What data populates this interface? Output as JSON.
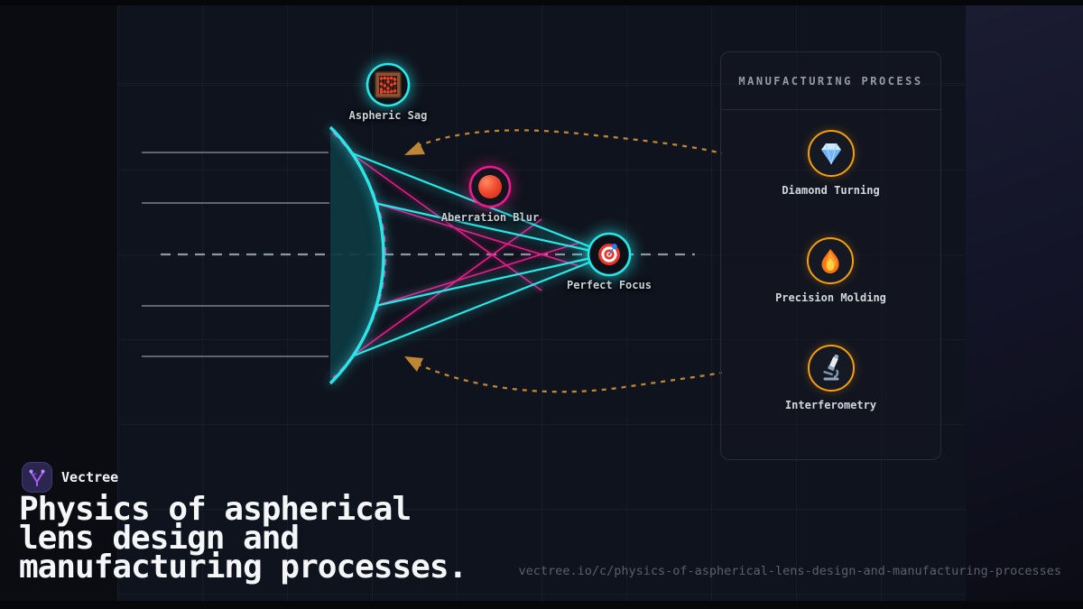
{
  "brand": {
    "name": "Vectree"
  },
  "title": "Physics of aspherical\nlens design and\nmanufacturing processes.",
  "url": "vectree.io/c/physics-of-aspherical-lens-design-and-manufacturing-processes",
  "diagram": {
    "labels": {
      "aspheric_sag": "Aspheric Sag",
      "aberration_blur": "Aberration Blur",
      "perfect_focus": "Perfect Focus"
    },
    "icons": {
      "aspheric_sag": "abacus-icon",
      "aberration_blur": "red-sphere-icon",
      "perfect_focus": "target-icon"
    },
    "colors": {
      "cyan": "#25e9e9",
      "magenta": "#ea1b8b",
      "magenta_dash": "#f0309f",
      "lens_fill": "#0d3a42",
      "axis": "#8b97a3",
      "incoming_ray": "#5d656f",
      "amber": "#bf8636",
      "ring_orange": "#f59e0b"
    }
  },
  "panel": {
    "title": "MANUFACTURING PROCESS",
    "items": [
      {
        "label": "Diamond Turning",
        "icon": "diamond-icon"
      },
      {
        "label": "Precision Molding",
        "icon": "flame-icon"
      },
      {
        "label": "Interferometry",
        "icon": "microscope-icon"
      }
    ]
  }
}
